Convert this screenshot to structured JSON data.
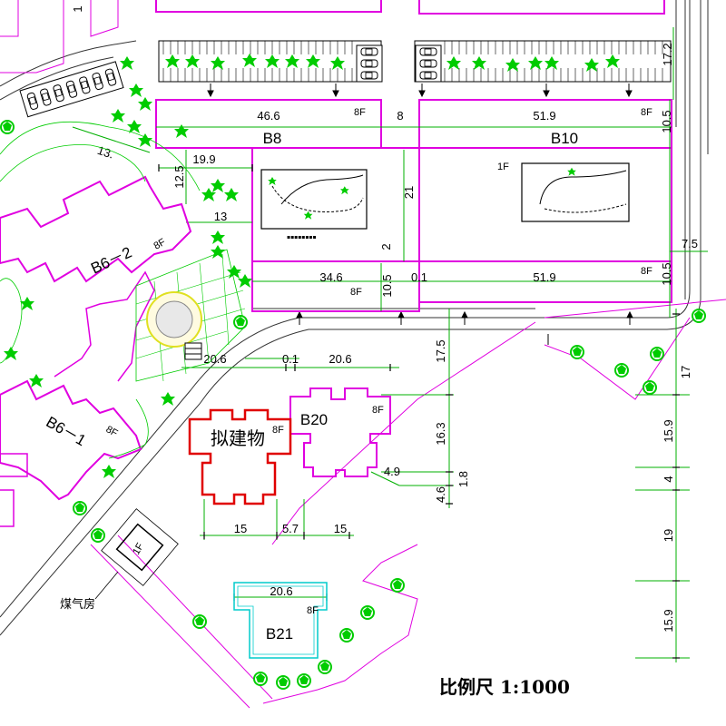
{
  "colors": {
    "building": "#e000e0",
    "proposed": "#e00000",
    "dimension": "#00b000",
    "tree": "#00cc00",
    "road": "#333333",
    "b21": "#00cccc",
    "plaza": "#e0e020"
  },
  "buildings": {
    "b8": {
      "name": "B8",
      "floors": "8F",
      "width": "46.6"
    },
    "b10": {
      "name": "B10",
      "floors": "8F",
      "width": "51.9"
    },
    "b10_floor": "1F",
    "b6_2": {
      "name": "B6－2",
      "floors": "8F"
    },
    "b6_1": {
      "name": "B6－1",
      "floors": "8F"
    },
    "b20": {
      "name": "B20",
      "floors": "8F",
      "width": "20.6"
    },
    "proposed": {
      "name": "拟建物",
      "floors": "8F"
    },
    "b21": {
      "name": "B21",
      "floors": "8F",
      "width": "20.6"
    },
    "gas_house": {
      "floors": "1F",
      "label": "煤气房"
    },
    "lower_left_row": {
      "width": "34.6",
      "floors": "8F"
    },
    "lower_right_row": {
      "width": "51.9",
      "floors": "8F"
    }
  },
  "dimensions": {
    "gap_b8_b10": "8",
    "d_19_9": "19.9",
    "d_12_5": "12.5",
    "d_13": "13",
    "d_13_diag": "13.",
    "d_21": "21",
    "d_2": "2",
    "d_10_5_left": "10.5",
    "d_0_1_top": "0.1",
    "d_10_5_right_top": "10.5",
    "d_10_5_right_bottom": "10.5",
    "d_7_5": "7.5",
    "d_17_2": "17.2",
    "d_20_6_left": "20.6",
    "d_0_1_mid": "0.1",
    "d_17_5": "17.5",
    "d_16_3": "16.3",
    "d_4_6": "4.6",
    "d_1_8": "1.8",
    "d_4_9": "4.9",
    "d_15_left": "15",
    "d_5_7": "5.7",
    "d_15_right": "15",
    "d_17": "17",
    "d_15_9_top": "15.9",
    "d_4": "4",
    "d_19": "19",
    "d_15_9_bottom": "15.9",
    "d_1_top": "1"
  },
  "scale": "比例尺 1:1000"
}
